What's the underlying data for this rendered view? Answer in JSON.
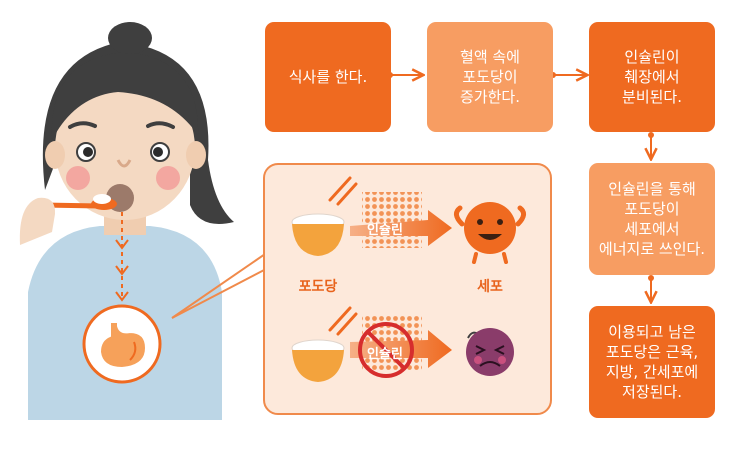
{
  "colors": {
    "box_dark": "#ef6a20",
    "box_light": "#f79d62",
    "panel_fill": "#fde9db",
    "panel_stroke": "#f08a4b",
    "accent": "#e8631c",
    "skin": "#f4d9c2",
    "hair": "#3f3f3f",
    "shirt": "#bcd6e6",
    "sad_cell": "#8a3c6a"
  },
  "flow": {
    "step1": "식사를 한다.",
    "step2": "혈액 속에\n포도당이\n증가한다.",
    "step3": "인슐린이\n췌장에서\n분비된다.",
    "step4": "인슐린을 통해\n포도당이\n세포에서\n에너지로 쓰인다.",
    "step5": "이용되고 남은\n포도당은 근육,\n지방, 간세포에\n저장된다."
  },
  "panel": {
    "insulin_label": "인슐린",
    "insulin_label_crossed": "인슐린",
    "glucose_label": "포도당",
    "cell_label": "세포"
  },
  "icons": {
    "person": "girl-eating-icon",
    "stomach": "stomach-icon",
    "rice": "rice-bowl-icon",
    "happy_cell": "happy-cell-icon",
    "sad_cell": "sad-cell-icon",
    "no_sign": "prohibited-icon"
  }
}
